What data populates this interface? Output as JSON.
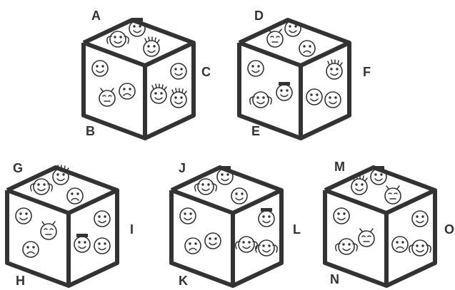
{
  "labels": {
    "A": "A",
    "B": "B",
    "C": "C",
    "D": "D",
    "E": "E",
    "F": "F",
    "G": "G",
    "H": "H",
    "I": "I",
    "J": "J",
    "K": "K",
    "L": "L",
    "M": "M",
    "N": "N",
    "O": "O"
  },
  "colors": {
    "ink": "#333333",
    "background": "#ffffff"
  }
}
